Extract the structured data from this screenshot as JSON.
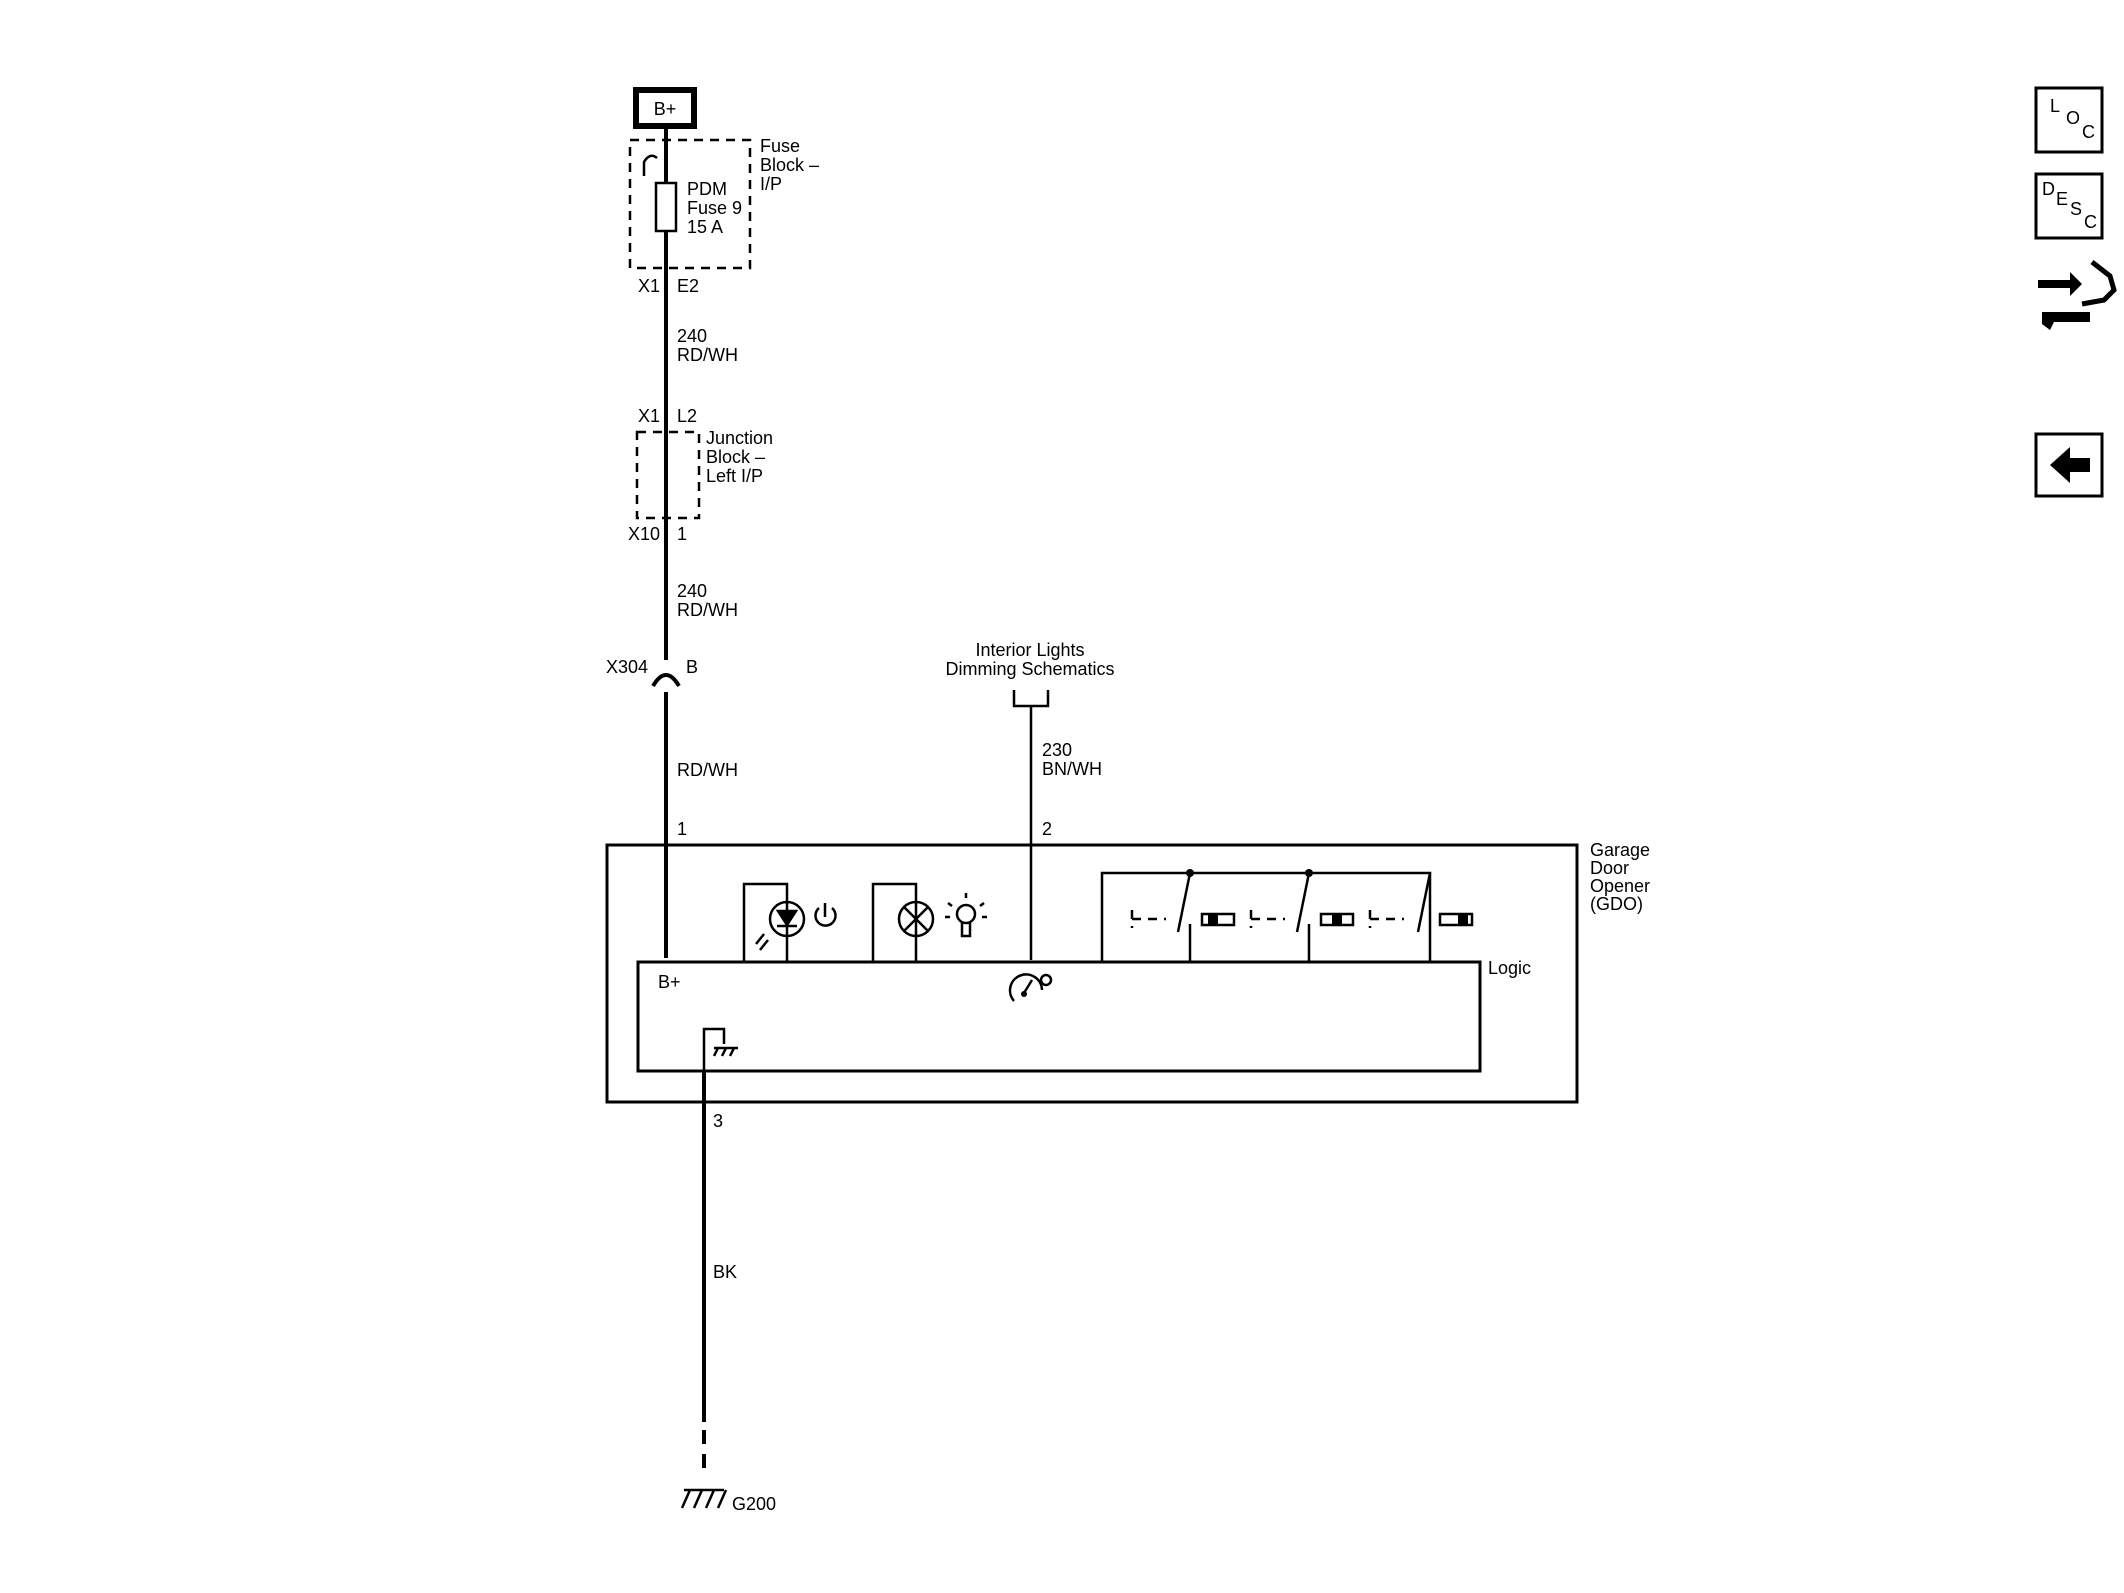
{
  "power": {
    "label": "B+"
  },
  "fuse_block": {
    "name_lines": [
      "Fuse",
      "Block –",
      "I/P"
    ],
    "fuse_lines": [
      "PDM",
      "Fuse 9",
      "15 A"
    ],
    "connector": "X1",
    "pin": "E2"
  },
  "wire_1": {
    "circuit": "240",
    "color": "RD/WH"
  },
  "junction_block": {
    "top_connector": "X1",
    "top_pin": "L2",
    "name_lines": [
      "Junction",
      "Block –",
      "Left I/P"
    ],
    "bottom_connector": "X10",
    "bottom_pin": "1"
  },
  "wire_2": {
    "circuit": "240",
    "color": "RD/WH"
  },
  "inline_connector": {
    "name": "X304",
    "pin": "B"
  },
  "wire_3": {
    "color": "RD/WH"
  },
  "dimming_ref": {
    "lines": [
      "Interior Lights",
      "Dimming Schematics"
    ]
  },
  "wire_dim": {
    "circuit": "230",
    "color": "BN/WH"
  },
  "module": {
    "name_lines": [
      "Garage",
      "Door",
      "Opener",
      "(GDO)"
    ],
    "logic_label": "Logic",
    "bplus_label": "B+",
    "pin_power": "1",
    "pin_dimming": "2",
    "pin_ground": "3"
  },
  "ground_wire": {
    "color": "BK"
  },
  "ground": {
    "name": "G200"
  },
  "nav": {
    "loc": {
      "top": "L",
      "mid": "O",
      "bottom": "C"
    },
    "desc": {
      "top": "D",
      "mid": "E",
      "s": "S",
      "bottom": "C"
    }
  }
}
